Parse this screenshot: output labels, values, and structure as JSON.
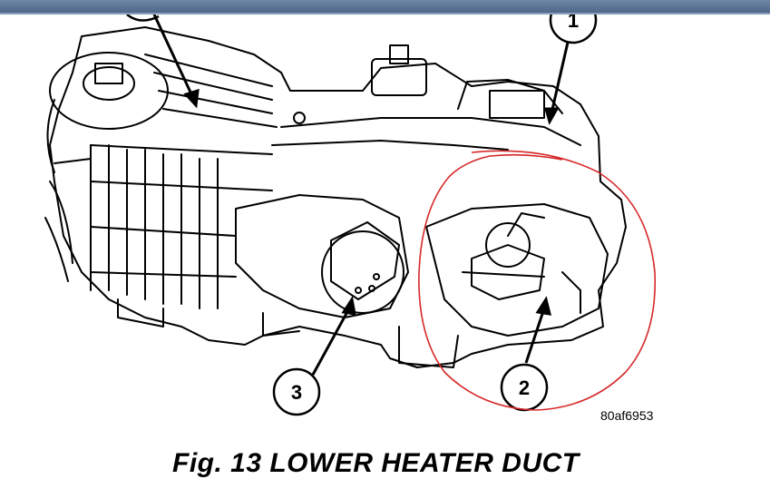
{
  "callouts": [
    {
      "label": "1"
    },
    {
      "label": "2"
    },
    {
      "label": "3"
    }
  ],
  "figure_code": "80af6953",
  "caption": "Fig. 13 LOWER HEATER DUCT",
  "colors": {
    "title_bar": "#5a7394",
    "annotation_circle": "#d62828",
    "ink": "#000000"
  }
}
